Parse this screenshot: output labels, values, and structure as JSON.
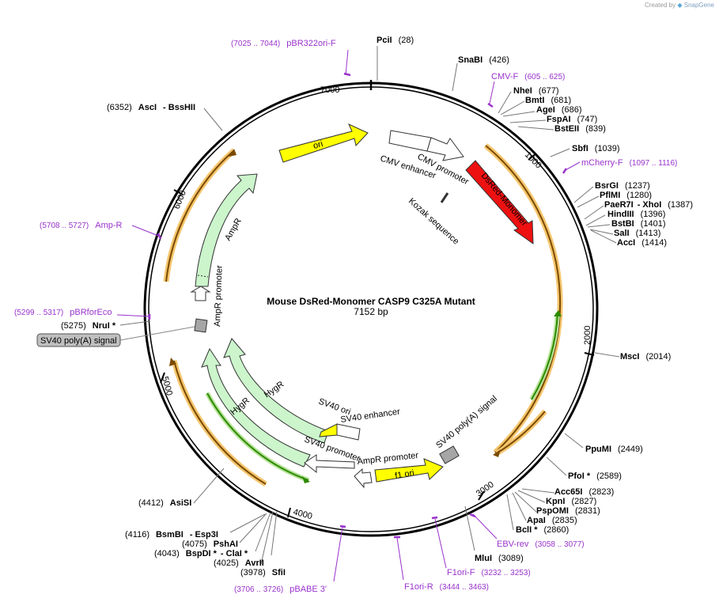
{
  "watermark": {
    "prefix": "Created by",
    "brand": "SnapGene"
  },
  "plasmid": {
    "name": "Mouse DsRed-Monomer CASP9 C325A Mutant",
    "length_label": "7152 bp"
  },
  "ticks": [
    "1000",
    "2000",
    "3000",
    "4000",
    "5000",
    "6000",
    "7000"
  ],
  "features": [
    {
      "label": "ori",
      "color": "#ffff00"
    },
    {
      "label": "CMV enhancer",
      "color": "#ffffff"
    },
    {
      "label": "CMV promoter",
      "color": "#ffffff"
    },
    {
      "label": "DsRed-Monomer",
      "color": "#ee1111"
    },
    {
      "label": "Kozak sequence",
      "color": "#ffffff"
    },
    {
      "label": "AmpR",
      "color": "#ccf5cc"
    },
    {
      "label": "AmpR promoter",
      "color": "#ffffff"
    },
    {
      "label": "HygR",
      "color": "#ccf5cc"
    },
    {
      "label": "HygR",
      "color": "#ccf5cc"
    },
    {
      "label": "SV40 ori",
      "color": "#ffff00"
    },
    {
      "label": "SV40 enhancer",
      "color": "#ffffff"
    },
    {
      "label": "SV40 promoter",
      "color": "#ffffff"
    },
    {
      "label": "AmpR promoter",
      "color": "#ffffff"
    },
    {
      "label": "f1 ori",
      "color": "#ffff00"
    },
    {
      "label": "SV40 poly(A) signal",
      "color": "#a6a6a6"
    },
    {
      "label": "SV40 poly(A) signal",
      "color": "#a6a6a6"
    }
  ],
  "sites": [
    {
      "name": "PciI",
      "pos": "(28)"
    },
    {
      "name": "SnaBI",
      "pos": "(426)"
    },
    {
      "name": "NheI",
      "pos": "(677)"
    },
    {
      "name": "BmtI",
      "pos": "(681)"
    },
    {
      "name": "AgeI",
      "pos": "(686)"
    },
    {
      "name": "FspAI",
      "pos": "(747)"
    },
    {
      "name": "BstEII",
      "pos": "(839)"
    },
    {
      "name": "SbfI",
      "pos": "(1039)"
    },
    {
      "name": "BsrGI",
      "pos": "(1237)"
    },
    {
      "name": "PflMI",
      "pos": "(1280)"
    },
    {
      "name": "PaeR7I",
      "extra": "- XhoI",
      "pos": "(1387)"
    },
    {
      "name": "HindIII",
      "pos": "(1396)"
    },
    {
      "name": "BstBI",
      "pos": "(1401)"
    },
    {
      "name": "SalI",
      "pos": "(1413)"
    },
    {
      "name": "AccI",
      "pos": "(1414)"
    },
    {
      "name": "MscI",
      "pos": "(2014)"
    },
    {
      "name": "PpuMI",
      "pos": "(2449)"
    },
    {
      "name": "PfoI *",
      "pos": "(2589)"
    },
    {
      "name": "Acc65I",
      "pos": "(2823)"
    },
    {
      "name": "KpnI",
      "pos": "(2827)"
    },
    {
      "name": "PspOMI",
      "pos": "(2831)"
    },
    {
      "name": "ApaI",
      "pos": "(2835)"
    },
    {
      "name": "BclI *",
      "pos": "(2860)"
    },
    {
      "name": "MluI",
      "pos": "(3089)"
    },
    {
      "name": "SfiI",
      "pos": "(3978)"
    },
    {
      "name": "AvrII",
      "pos": "(4025)"
    },
    {
      "name": "BspDI *",
      "extra": "- ClaI *",
      "pos": "(4043)"
    },
    {
      "name": "PshAI",
      "pos": "(4075)"
    },
    {
      "name": "BsmBI",
      "extra": "- Esp3I",
      "pos": "(4116)"
    },
    {
      "name": "AsiSI",
      "pos": "(4412)"
    },
    {
      "name": "NruI *",
      "pos": "(5275)"
    },
    {
      "name": "AscI",
      "extra": "- BssHII",
      "pos": "(6352)"
    }
  ],
  "primers": [
    {
      "name": "pBR322ori-F",
      "range": "(7025 .. 7044)"
    },
    {
      "name": "CMV-F",
      "range": "(605 .. 625)"
    },
    {
      "name": "mCherry-F",
      "range": "(1097 .. 1116)"
    },
    {
      "name": "EBV-rev",
      "range": "(3058 .. 3077)"
    },
    {
      "name": "F1ori-F",
      "range": "(3232 .. 3253)"
    },
    {
      "name": "F1ori-R",
      "range": "(3444 .. 3463)"
    },
    {
      "name": "pBABE 3'",
      "range": "(3706 .. 3726)"
    },
    {
      "name": "pBRforEco",
      "range": "(5299 .. 5317)"
    },
    {
      "name": "Amp-R",
      "range": "(5708 .. 5727)"
    }
  ]
}
